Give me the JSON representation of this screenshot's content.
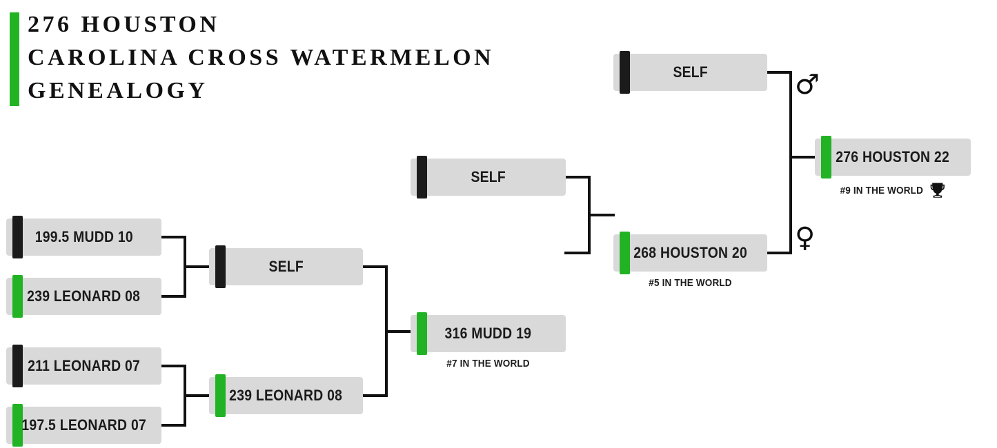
{
  "title": {
    "text": "276 Houston\nCarolina Cross Watermelon\nGenealogy",
    "accent_color": "#22b324"
  },
  "colors": {
    "green": "#22b324",
    "dark": "#1b1b1b",
    "box_gray": "#d9d9d9",
    "line": "#111111",
    "background": "#ffffff"
  },
  "legend": {
    "male_symbol": "♂",
    "female_symbol": "♀",
    "trophy_icon": "trophy-icon"
  },
  "bracket": {
    "generations": [
      {
        "name": "great-grandparents",
        "nodes": [
          {
            "id": "g1n1",
            "label": "199.5 MUDD 10",
            "flag": "dark",
            "caption": ""
          },
          {
            "id": "g1n2",
            "label": "239 LEONARD 08",
            "flag": "green",
            "caption": ""
          },
          {
            "id": "g1n3",
            "label": "211 LEONARD 07",
            "flag": "dark",
            "caption": ""
          },
          {
            "id": "g1n4",
            "label": "197.5 LEONARD 07",
            "flag": "green",
            "caption": ""
          }
        ]
      },
      {
        "name": "grandparents",
        "nodes": [
          {
            "id": "g2n1",
            "label": "SELF",
            "flag": "dark",
            "caption": ""
          },
          {
            "id": "g2n2",
            "label": "239 LEONARD 08",
            "flag": "green",
            "caption": ""
          }
        ]
      },
      {
        "name": "parents",
        "nodes": [
          {
            "id": "g3n1",
            "label": "SELF",
            "flag": "dark",
            "caption": ""
          },
          {
            "id": "g3n2",
            "label": "316 MUDD 19",
            "flag": "green",
            "caption": "#7 IN THE WORLD"
          }
        ]
      },
      {
        "name": "pairing",
        "nodes": [
          {
            "id": "g4n1",
            "label": "SELF",
            "flag": "dark",
            "caption": ""
          },
          {
            "id": "g4n2",
            "label": "268 HOUSTON 20",
            "flag": "green",
            "caption": "#5 IN THE WORLD"
          }
        ]
      },
      {
        "name": "result",
        "nodes": [
          {
            "id": "g5n1",
            "label": "276 HOUSTON 22",
            "flag": "green",
            "caption": "#9 IN THE WORLD"
          }
        ]
      }
    ]
  }
}
